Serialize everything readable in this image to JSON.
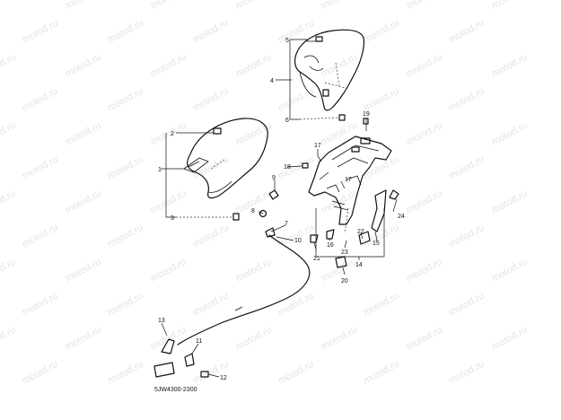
{
  "watermark": {
    "text": "motod.ru"
  },
  "diagram_code": "5JW4300-2300",
  "callouts": [
    "1",
    "2",
    "3",
    "4",
    "5",
    "6",
    "7",
    "8",
    "9",
    "10",
    "11",
    "12",
    "13",
    "14",
    "15",
    "16",
    "17",
    "17",
    "18",
    "19",
    "20",
    "21",
    "22",
    "23",
    "24"
  ]
}
